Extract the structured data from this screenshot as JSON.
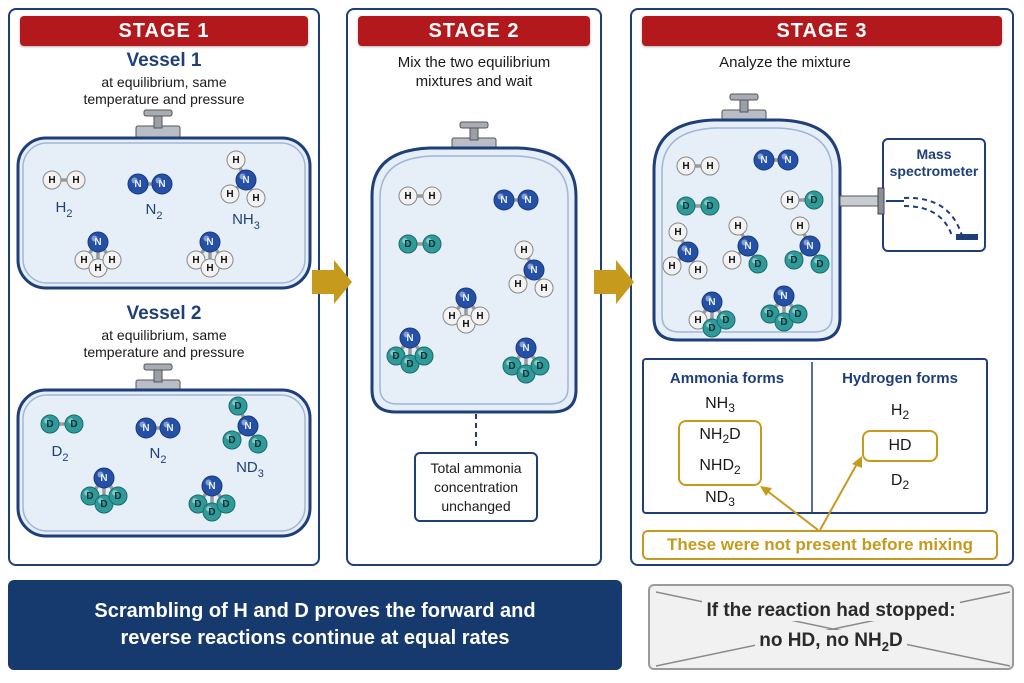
{
  "stages": {
    "stage1": {
      "label": "STAGE 1"
    },
    "stage2": {
      "label": "STAGE 2"
    },
    "stage3": {
      "label": "STAGE 3"
    }
  },
  "stage1": {
    "vessel1": {
      "title": "Vessel 1",
      "desc_line1": "at equilibrium, same",
      "desc_line2": "temperature and pressure",
      "labels": {
        "h2": "H",
        "n2": "N",
        "nh3": "NH"
      }
    },
    "vessel2": {
      "title": "Vessel 2",
      "desc_line1": "at equilibrium, same",
      "desc_line2": "temperature and pressure",
      "labels": {
        "d2": "D",
        "n2": "N",
        "nd3": "ND"
      }
    }
  },
  "stage2": {
    "desc_line1": "Mix the two equilibrium",
    "desc_line2": "mixtures and wait",
    "note_line1": "Total ammonia",
    "note_line2": "concentration",
    "note_line3": "unchanged"
  },
  "stage3": {
    "desc": "Analyze the mixture",
    "spectrometer_line1": "Mass",
    "spectrometer_line2": "spectrometer",
    "table": {
      "ammonia_header": "Ammonia forms",
      "hydrogen_header": "Hydrogen forms",
      "ammonia": [
        "NH3",
        "NH2D",
        "NHD2",
        "ND3"
      ],
      "hydrogen": [
        "H2",
        "HD",
        "D2"
      ]
    },
    "new_species_note": "These were not present before mixing"
  },
  "conclusion": {
    "line1": "Scrambling of H and D proves the forward and",
    "line2": "reverse reactions continue at equal rates"
  },
  "counterfactual": {
    "line1": "If the reaction had stopped:",
    "line2_prefix": "no HD, no NH",
    "line2_sub": "2",
    "line2_suffix": "D"
  },
  "atoms": {
    "H": "H",
    "D": "D",
    "N": "N"
  },
  "colors": {
    "navy": "#1f3f7a",
    "red_banner": "#b3191c",
    "gold": "#c69a1d",
    "vessel_fill": "#e6eef8",
    "nitrogen": "#2450a8",
    "deuterium": "#2f9a9a",
    "hydrogen": "#f2f2f2"
  }
}
